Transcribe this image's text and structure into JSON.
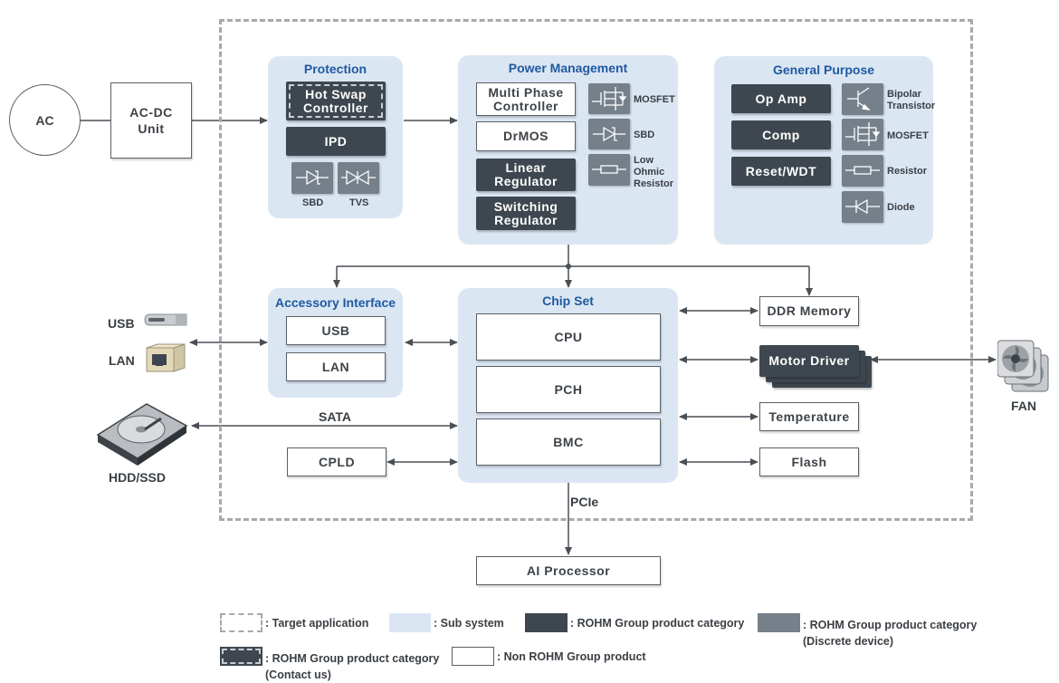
{
  "input": {
    "ac": "AC",
    "acdc": "AC-DC\nUnit"
  },
  "protection": {
    "title": "Protection",
    "hot_swap": "Hot Swap\nController",
    "ipd": "IPD",
    "sbd": "SBD",
    "tvs": "TVS"
  },
  "power": {
    "title": "Power Management",
    "multi_phase": "Multi Phase\nController",
    "drmos": "DrMOS",
    "linear": "Linear\nRegulator",
    "switching": "Switching\nRegulator",
    "mosfet": "MOSFET",
    "sbd": "SBD",
    "resistor": "Low\nOhmic\nResistor"
  },
  "general": {
    "title": "General Purpose",
    "op_amp": "Op Amp",
    "comp": "Comp",
    "reset": "Reset/WDT",
    "bipolar": "Bipolar\nTransistor",
    "mosfet": "MOSFET",
    "resistor": "Resistor",
    "diode": "Diode"
  },
  "accessory": {
    "title": "Accessory Interface",
    "usb": "USB",
    "lan": "LAN"
  },
  "chipset": {
    "title": "Chip Set",
    "cpu": "CPU",
    "pch": "PCH",
    "bmc": "BMC"
  },
  "right": {
    "ddr": "DDR Memory",
    "motor": "Motor Driver",
    "temperature": "Temperature",
    "flash": "Flash"
  },
  "external": {
    "usb": "USB",
    "lan": "LAN",
    "hdd": "HDD/SSD",
    "fan": "FAN",
    "sata": "SATA",
    "cpld": "CPLD",
    "pcie": "PCIe",
    "ai": "AI Processor"
  },
  "legend": {
    "target": ": Target application",
    "sub": ": Sub system",
    "rohm": ": ROHM Group product category",
    "discrete": ": ROHM Group product category\n  (Discrete device)",
    "contact": ": ROHM Group product category\n  (Contact us)",
    "non_rohm": ": Non ROHM Group product"
  }
}
